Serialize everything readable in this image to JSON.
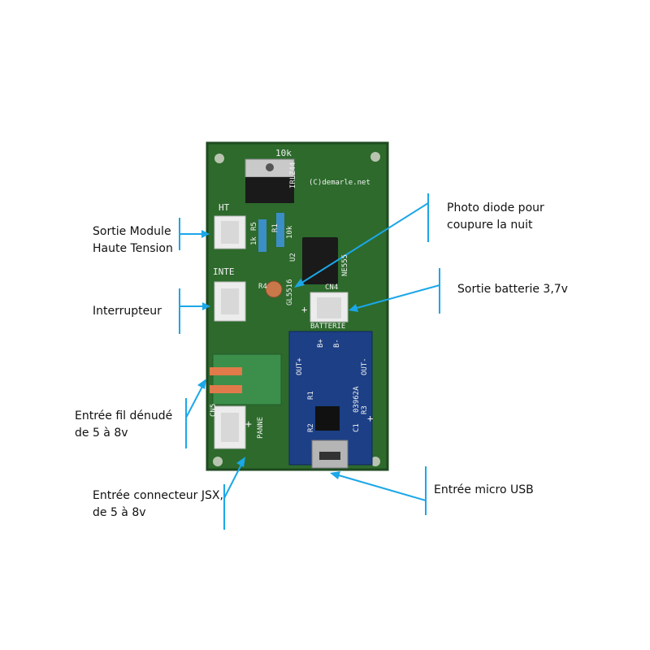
{
  "colors": {
    "annotation": "#1ba7e8",
    "pcb": "#2d6a2c",
    "pcb_dark": "#1f4a20",
    "module": "#1c3f86",
    "connector": "#ececec",
    "terminal": "#3c8f4a",
    "wire": "#e07a4a"
  },
  "callouts": {
    "haute_tension": [
      "Sortie Module",
      "Haute Tension"
    ],
    "interrupteur": [
      "Interrupteur"
    ],
    "fil_denude": [
      "Entrée fil dénudé",
      "de 5 à 8v"
    ],
    "connecteur_jsx": [
      "Entrée connecteur JSX,",
      "de 5 à 8v"
    ],
    "photo_diode": [
      "Photo diode pour",
      "coupure la nuit"
    ],
    "batterie": [
      "Sortie batterie 3,7v"
    ],
    "micro_usb": [
      "Entrée micro USB"
    ]
  },
  "board_labels": {
    "ht": "HT",
    "inte": "INTE",
    "r_top": "10k",
    "irlz": "IRLZ44",
    "copyright": "(C)demarle.net",
    "r5": "R5",
    "r5_val": "1k",
    "r1": "R1",
    "r1_val": "10k",
    "u2": "U2",
    "ne555": "NE555",
    "r4": "R4",
    "gl": "GL5516",
    "cn4": "CN4",
    "plus_bat": "+",
    "batterie": "BATTERIE",
    "cn5": "CN5",
    "plus_cn5": "+",
    "panneau": "PANNE",
    "out_plus": "OUT+",
    "b_plus": "B+",
    "b_minus": "B-",
    "out_minus": "OUT-",
    "ic_code": "03962A",
    "r1_mod": "R1",
    "r2": "R2",
    "r3": "R3",
    "c1": "C1",
    "mod_plus": "+"
  }
}
